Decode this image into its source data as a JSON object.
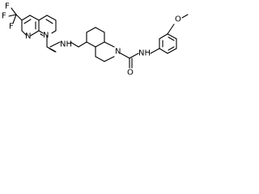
{
  "structure": {
    "atom_labels": {
      "f1": "F",
      "f2": "F",
      "f3": "F",
      "n_upper": "N",
      "n_lower": "N",
      "nh_left": "NH",
      "n_pip": "N",
      "nh_right": "NH",
      "o_carbonyl": "O",
      "o_ether": "O"
    }
  }
}
